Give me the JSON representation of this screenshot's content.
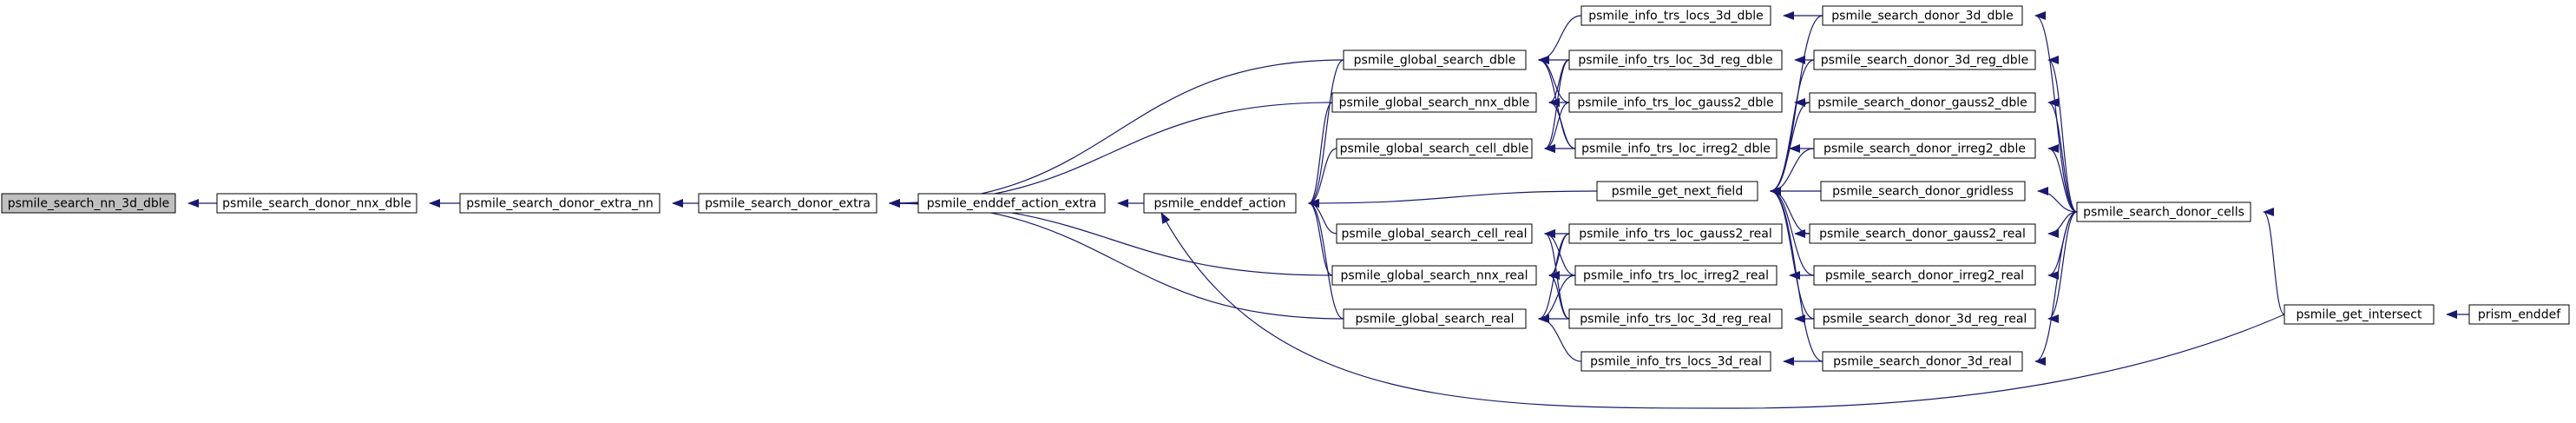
{
  "colors": {
    "edge": "#191970",
    "node_fill": "#ffffff",
    "node_border": "#000000",
    "focus_fill": "#bfbfbf"
  },
  "nodes": {
    "nn3d": "psmile_search_nn_3d_dble",
    "donor_nnx": "psmile_search_donor_nnx_dble",
    "extra_nn": "psmile_search_donor_extra_nn",
    "donor_extra": "psmile_search_donor_extra",
    "enddef_action_extra": "psmile_enddef_action_extra",
    "enddef_action": "psmile_enddef_action",
    "gs_dble": "psmile_global_search_dble",
    "gs_nnx_dble": "psmile_global_search_nnx_dble",
    "gs_cell_dble": "psmile_global_search_cell_dble",
    "get_next_field": "psmile_get_next_field",
    "gs_cell_real": "psmile_global_search_cell_real",
    "gs_nnx_real": "psmile_global_search_nnx_real",
    "gs_real": "psmile_global_search_real",
    "trs_locs_3d_dble": "psmile_info_trs_locs_3d_dble",
    "trs_loc_3d_reg_dble": "psmile_info_trs_loc_3d_reg_dble",
    "trs_loc_gauss2_dble": "psmile_info_trs_loc_gauss2_dble",
    "trs_loc_irreg2_dble": "psmile_info_trs_loc_irreg2_dble",
    "trs_loc_gauss2_real": "psmile_info_trs_loc_gauss2_real",
    "trs_loc_irreg2_real": "psmile_info_trs_loc_irreg2_real",
    "trs_loc_3d_reg_real": "psmile_info_trs_loc_3d_reg_real",
    "trs_locs_3d_real": "psmile_info_trs_locs_3d_real",
    "sd_3d_dble": "psmile_search_donor_3d_dble",
    "sd_3d_reg_dble": "psmile_search_donor_3d_reg_dble",
    "sd_gauss2_dble": "psmile_search_donor_gauss2_dble",
    "sd_irreg2_dble": "psmile_search_donor_irreg2_dble",
    "sd_gridless": "psmile_search_donor_gridless",
    "sd_gauss2_real": "psmile_search_donor_gauss2_real",
    "sd_irreg2_real": "psmile_search_donor_irreg2_real",
    "sd_3d_reg_real": "psmile_search_donor_3d_reg_real",
    "sd_3d_real": "psmile_search_donor_3d_real",
    "sd_cells": "psmile_search_donor_cells",
    "get_intersect": "psmile_get_intersect",
    "prism_enddef": "prism_enddef"
  }
}
